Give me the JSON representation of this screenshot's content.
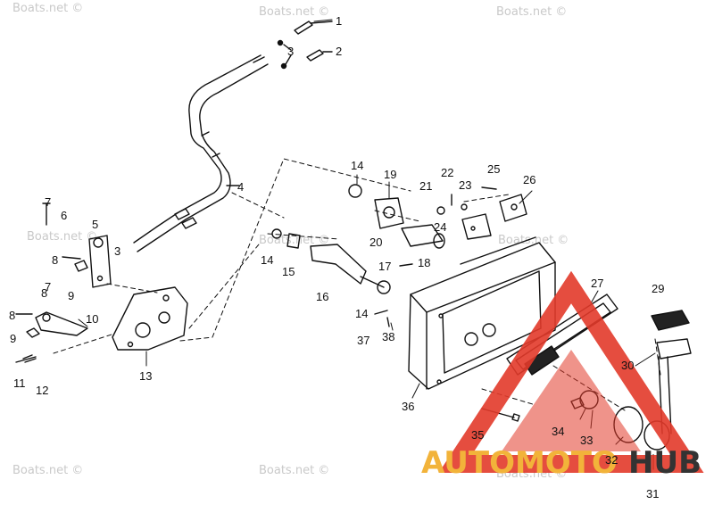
{
  "watermark": {
    "text": "Boats.net ©"
  },
  "brand": {
    "word_a": "AUTOMOTO",
    "word_b": "HUB",
    "color_a": "#f2b33a",
    "color_b": "#333333",
    "triangle_color": "#e23a2a"
  },
  "callouts": [
    "1",
    "2",
    "3",
    "3",
    "4",
    "5",
    "6",
    "7",
    "7",
    "8",
    "8",
    "8",
    "9",
    "9",
    "10",
    "11",
    "12",
    "13",
    "14",
    "14",
    "14",
    "15",
    "16",
    "17",
    "18",
    "19",
    "20",
    "21",
    "22",
    "23",
    "24",
    "25",
    "26",
    "27",
    "29",
    "30",
    "31",
    "32",
    "33",
    "34",
    "35",
    "36",
    "37",
    "38"
  ]
}
